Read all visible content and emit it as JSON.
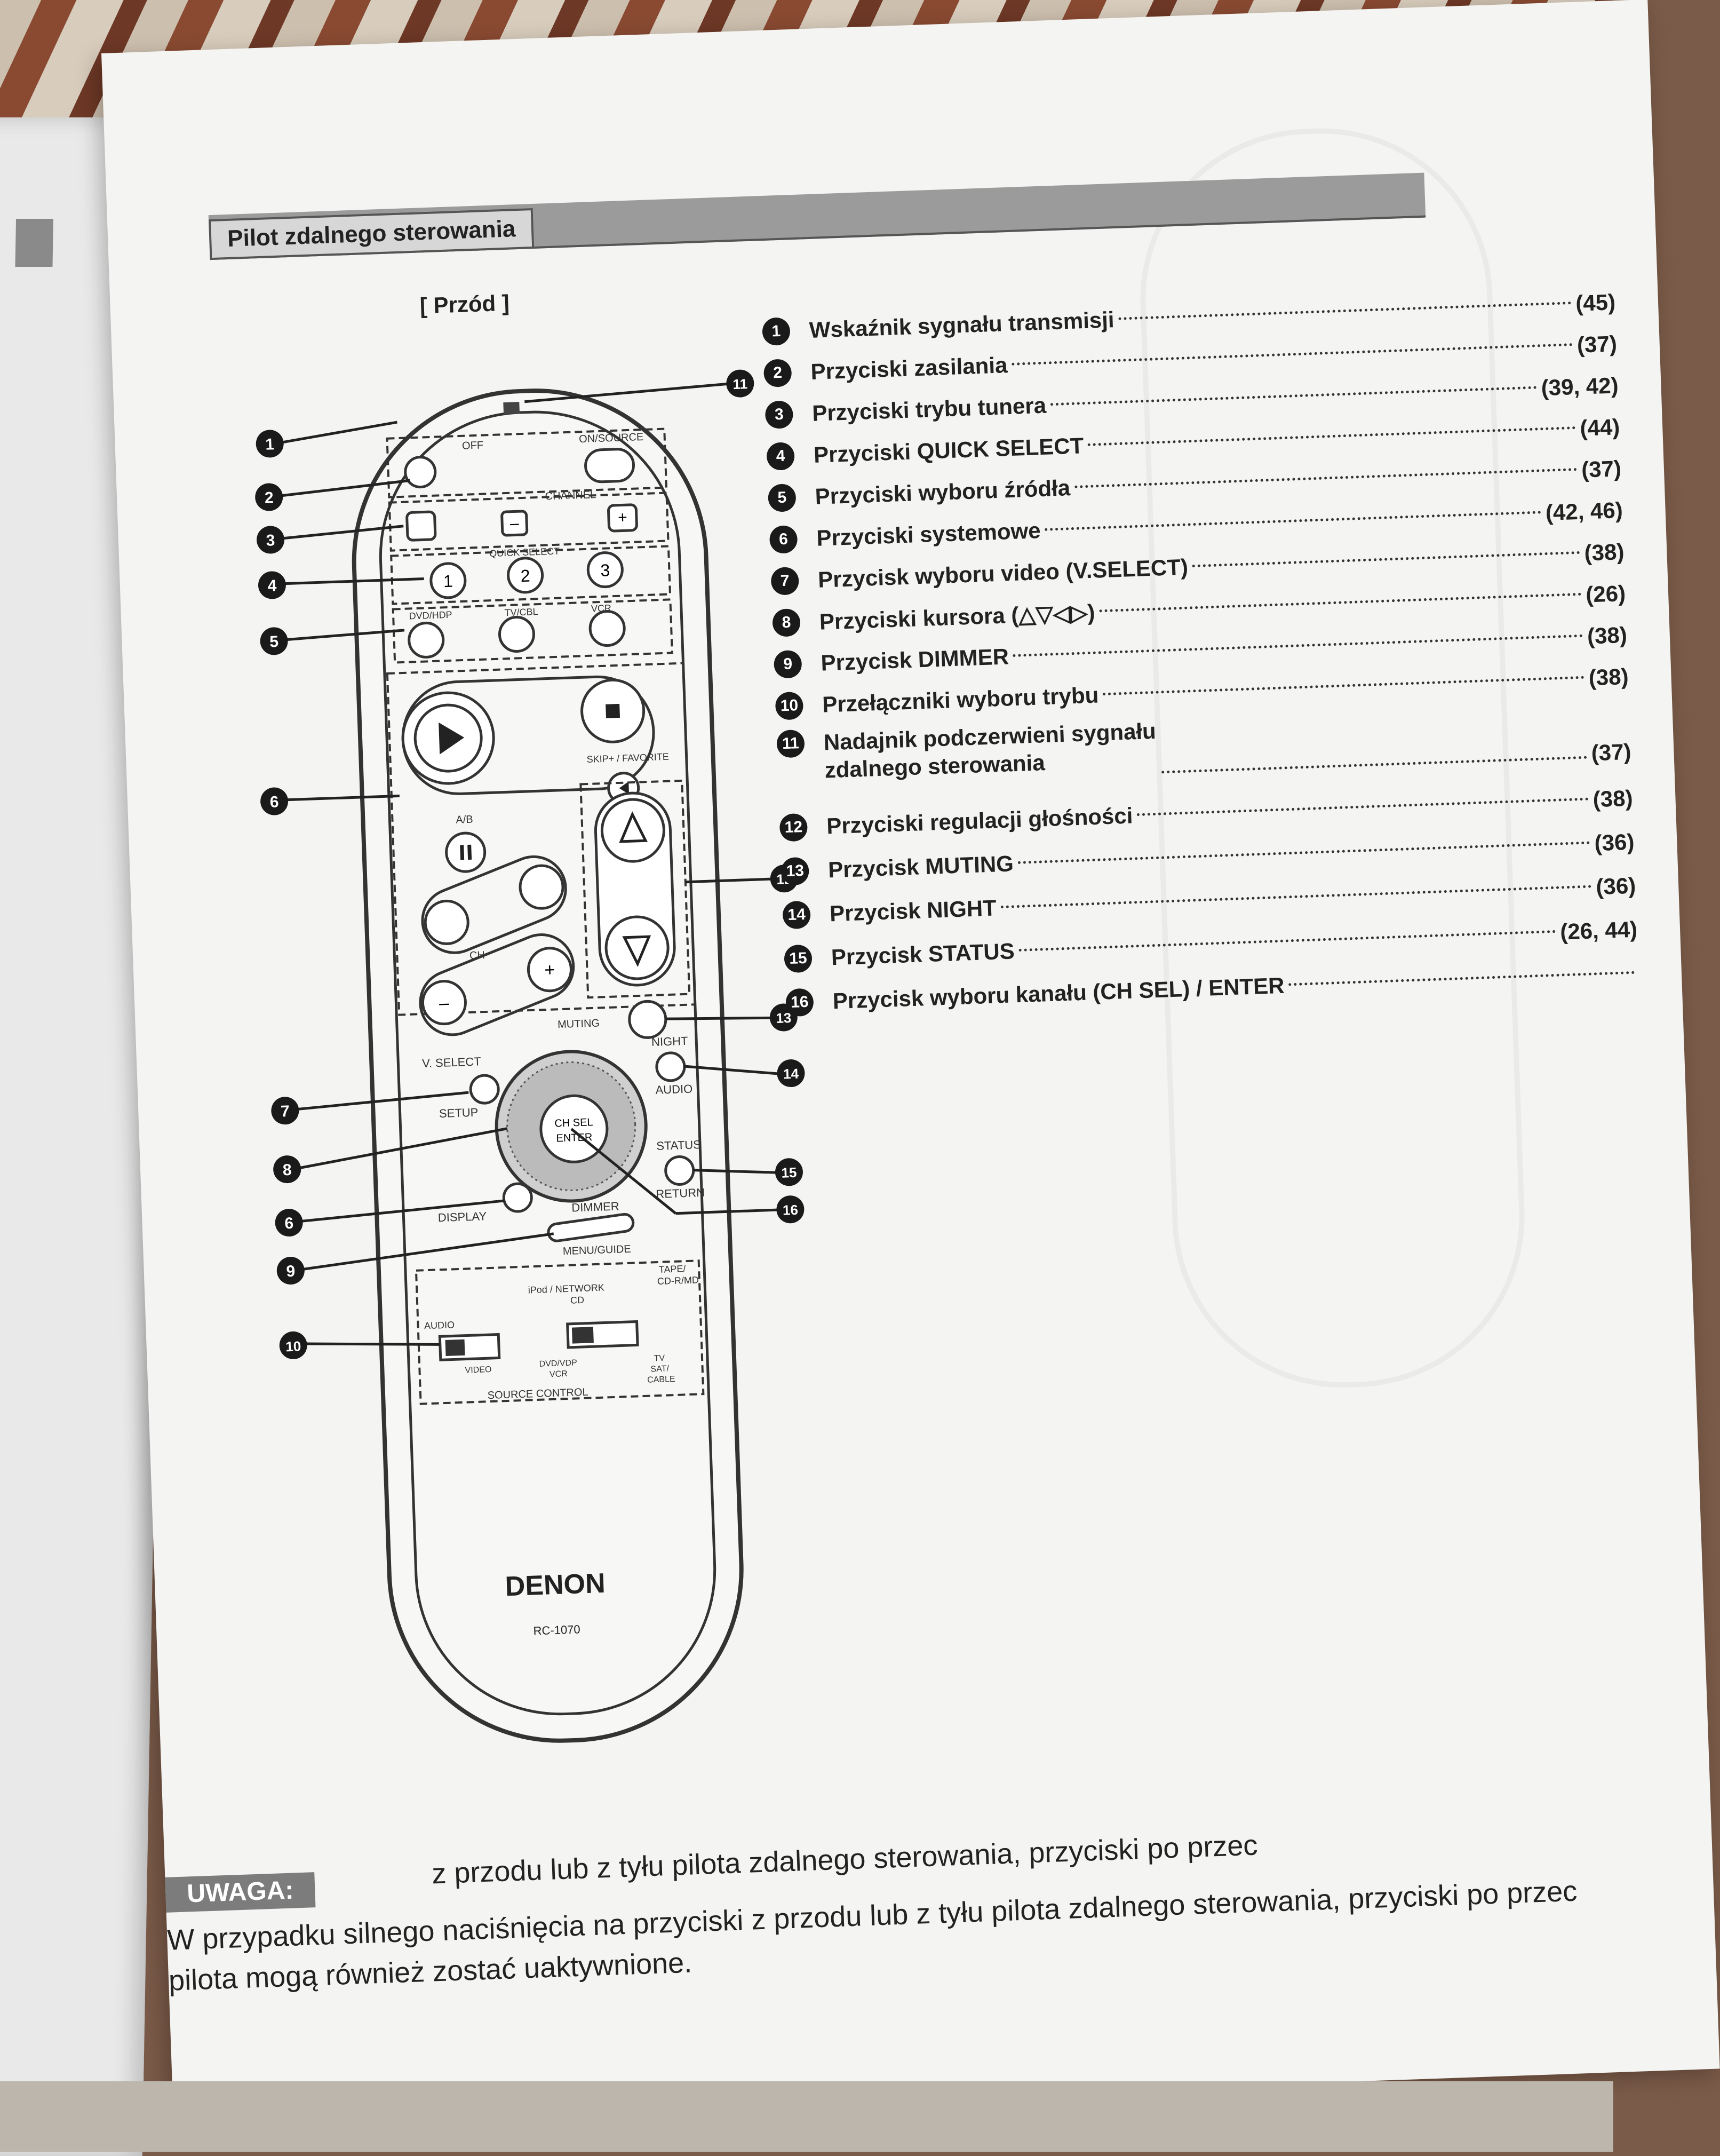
{
  "section_title": "Pilot zdalnego sterowania",
  "view_label": "[ Przód ]",
  "remote": {
    "brand": "DENON",
    "model": "RC-1070",
    "labels": {
      "on": "ON",
      "on_source": "ON/SOURCE",
      "off": "OFF",
      "channel": "CHANNEL",
      "minus": "–",
      "plus": "+",
      "quick_select": "QUICK SELECT",
      "q1": "1",
      "q2": "2",
      "q3": "3",
      "dvd_hdp": "DVD/HDP",
      "tv_cbl": "TV/CBL",
      "vcr": "VCR",
      "skip_fav": "SKIP+ / FAVORITE",
      "ab": "A/B",
      "ch": "CH",
      "muting": "MUTING",
      "v_select": "V. SELECT",
      "night": "NIGHT",
      "setup": "SETUP",
      "audio_btn": "AUDIO",
      "ch_sel": "CH SEL",
      "enter": "ENTER",
      "status": "STATUS",
      "return": "RETURN",
      "display": "DISPLAY",
      "dimmer": "DIMMER",
      "menu_guide": "MENU/GUIDE",
      "tape": "TAPE/",
      "cdr_md": "CD-R/MD",
      "ipod_network": "iPod / NETWORK",
      "cd": "CD",
      "audio_sw": "AUDIO",
      "video_sw": "VIDEO",
      "dvd_vdp": "DVD/VDP",
      "vcr_sw": "VCR",
      "tv": "TV",
      "sat": "SAT/",
      "cable": "CABLE",
      "source_control": "SOURCE CONTROL"
    },
    "callout_numbers_left": [
      "1",
      "2",
      "3",
      "4",
      "5",
      "6",
      "7",
      "8",
      "6",
      "9",
      "10"
    ],
    "callout_numbers_right": [
      "11",
      "12",
      "13",
      "14",
      "15",
      "16"
    ]
  },
  "items": [
    {
      "num": "1",
      "label": "Wskaźnik sygnału transmisji",
      "page": "(45)"
    },
    {
      "num": "2",
      "label": "Przyciski zasilania",
      "page": "(37)"
    },
    {
      "num": "3",
      "label": "Przyciski trybu tunera",
      "page": "(39, 42)"
    },
    {
      "num": "4",
      "label": "Przyciski QUICK SELECT",
      "page": "(44)"
    },
    {
      "num": "5",
      "label": "Przyciski wyboru źródła",
      "page": "(37)"
    },
    {
      "num": "6",
      "label": "Przyciski systemowe",
      "page": "(42, 46)"
    },
    {
      "num": "7",
      "label": "Przycisk wyboru video (V.SELECT)",
      "page": "(38)"
    },
    {
      "num": "8",
      "label": "Przyciski kursora (△▽◁▷)",
      "page": "(26)"
    },
    {
      "num": "9",
      "label": "Przycisk DIMMER",
      "page": "(38)"
    },
    {
      "num": "10",
      "label": "Przełączniki wyboru trybu",
      "page": "(38)"
    },
    {
      "num": "11",
      "label_line1": "Nadajnik podczerwieni sygnału",
      "label_line2": "zdalnego sterowania",
      "page": "(37)"
    },
    {
      "num": "12",
      "label": "Przyciski regulacji głośności",
      "page": "(38)"
    },
    {
      "num": "13",
      "label": "Przycisk MUTING",
      "page": "(36)"
    },
    {
      "num": "14",
      "label": "Przycisk NIGHT",
      "page": "(36)"
    },
    {
      "num": "15",
      "label": "Przycisk STATUS",
      "page": "(26, 44)"
    },
    {
      "num": "16",
      "label": "Przycisk wyboru kanału (CH SEL) / ENTER",
      "page": ""
    }
  ],
  "warning": {
    "title": "UWAGA:",
    "line0": "z przodu lub z tyłu pilota zdalnego sterowania, przyciski po przec",
    "line1": "W przypadku silnego naciśnięcia na przyciski z przodu lub z tyłu pilota zdalnego sterowania, przyciski po przec",
    "line2": "pilota mogą również zostać uaktywnione."
  }
}
